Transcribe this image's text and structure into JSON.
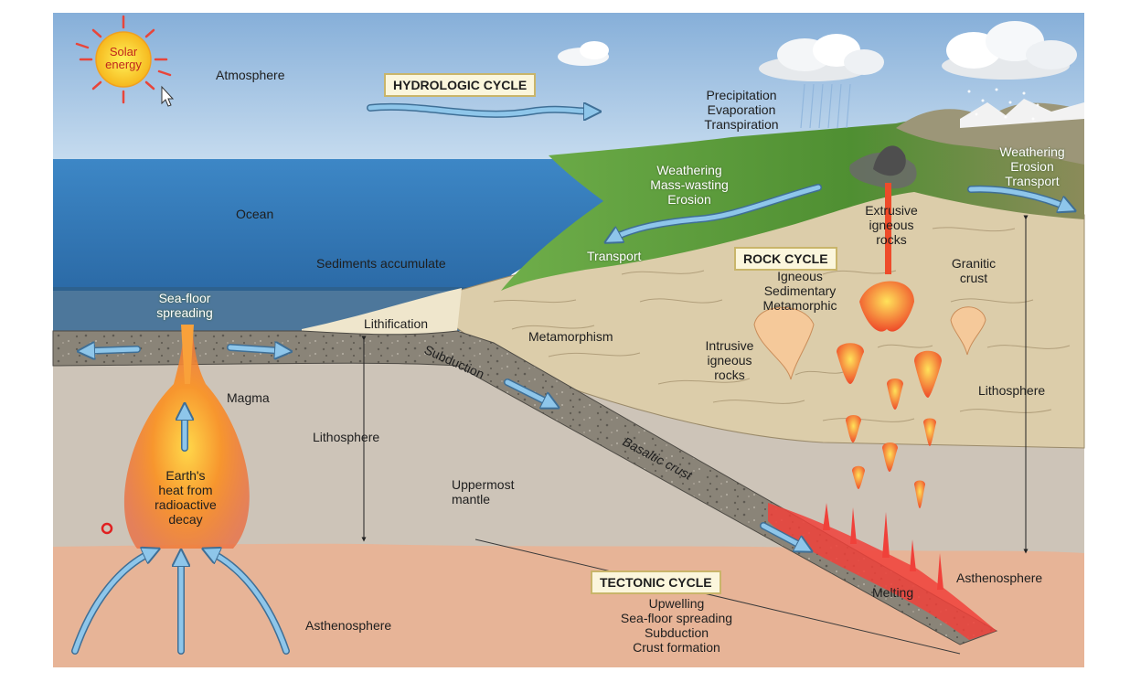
{
  "colors": {
    "sky": "#b7d3ee",
    "ocean": "#3f86c4",
    "land": "#5c9a3a",
    "crust": "#d8c9a8",
    "mantle": "#cfc6bb",
    "asthenosphere": "#e8b697",
    "magma": "#f36b2a",
    "arrow": "#8ec6ea"
  },
  "labels": {
    "solar": [
      "Solar",
      "energy"
    ],
    "atmosphere": "Atmosphere",
    "hydrologic_cycle": "HYDROLOGIC CYCLE",
    "hydro_processes": [
      "Precipitation",
      "Evaporation",
      "Transpiration"
    ],
    "ocean": "Ocean",
    "weathering_left": [
      "Weathering",
      "Mass-wasting",
      "Erosion"
    ],
    "weathering_right": [
      "Weathering",
      "Erosion",
      "Transport"
    ],
    "transport": "Transport",
    "sediments": "Sediments accumulate",
    "rock_cycle": "ROCK CYCLE",
    "rock_types": [
      "Igneous",
      "Sedimentary",
      "Metamorphic"
    ],
    "extrusive": [
      "Extrusive",
      "igneous",
      "rocks"
    ],
    "granitic": [
      "Granitic",
      "crust"
    ],
    "seafloor": [
      "Sea-floor",
      "spreading"
    ],
    "lithification": "Lithification",
    "metamorphism": "Metamorphism",
    "intrusive": [
      "Intrusive",
      "igneous",
      "rocks"
    ],
    "subduction": "Subduction",
    "magma": "Magma",
    "lithosphere_left": "Lithosphere",
    "lithosphere_right": "Lithosphere",
    "earths_heat": [
      "Earth's",
      "heat from",
      "radioactive",
      "decay"
    ],
    "uppermost_mantle": [
      "Uppermost",
      "mantle"
    ],
    "basaltic": "Basaltic crust",
    "asthenosphere_right": "Asthenosphere",
    "tectonic_cycle": "TECTONIC CYCLE",
    "tectonic_processes": [
      "Upwelling",
      "Sea-floor spreading",
      "Subduction",
      "Crust formation"
    ],
    "melting": "Melting",
    "asthenosphere_bottom": "Asthenosphere"
  }
}
